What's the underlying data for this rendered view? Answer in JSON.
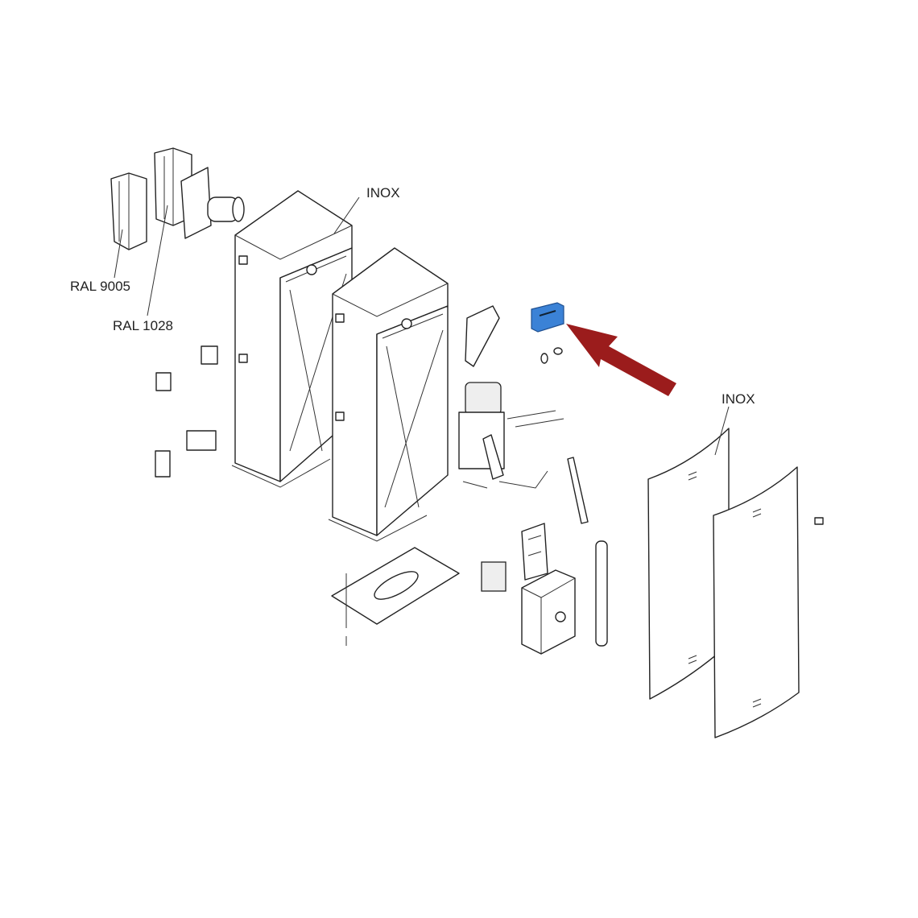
{
  "labels": {
    "inox_top": "INOX",
    "inox_right": "INOX",
    "ral_9005": "RAL 9005",
    "ral_1028": "RAL 1028"
  },
  "colors": {
    "highlight_part": "#3b82d6",
    "arrow": "#9b1c1c"
  }
}
